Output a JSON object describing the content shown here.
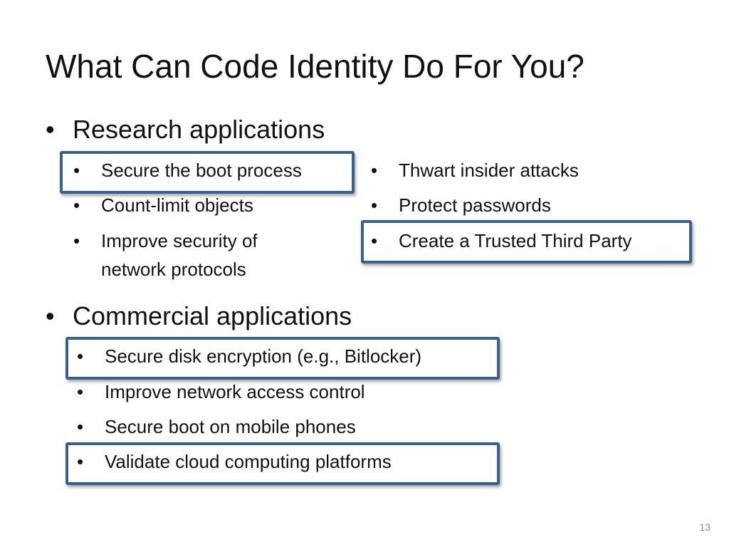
{
  "slide": {
    "title": "What Can Code Identity Do For You?",
    "bullet_glyph": "•",
    "number": "13"
  },
  "research": {
    "heading": "Research applications",
    "left_items": [
      "Secure the boot process",
      "Count-limit objects",
      "Improve security of network protocols"
    ],
    "right_items": [
      "Thwart insider attacks",
      "Protect passwords",
      "Create a Trusted Third Party"
    ]
  },
  "commercial": {
    "heading": "Commercial applications",
    "items": [
      "Secure disk encryption (e.g., Bitlocker)",
      "Improve network access control",
      "Secure boot on mobile phones",
      "Validate cloud computing platforms"
    ]
  },
  "colors": {
    "highlight_border": "#3a5f8a"
  }
}
